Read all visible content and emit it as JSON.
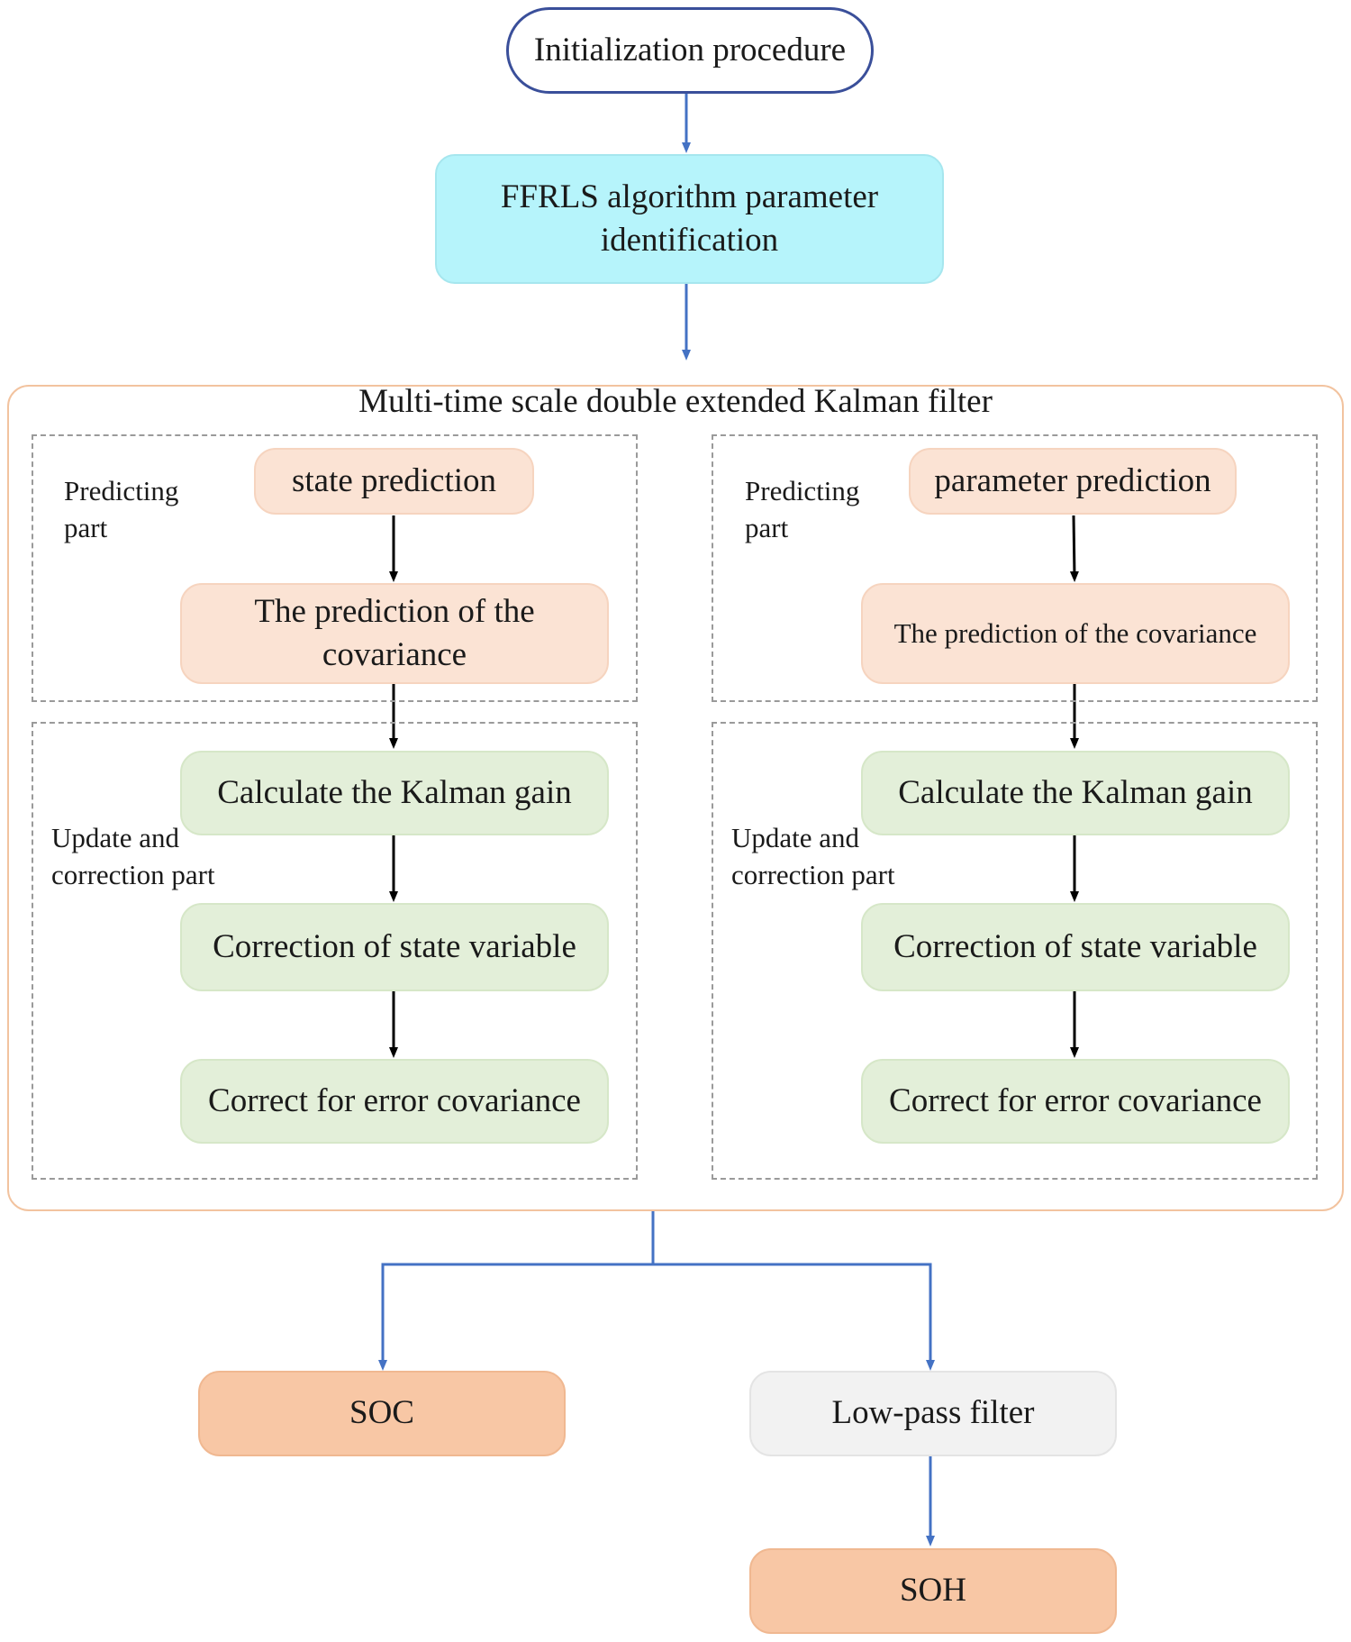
{
  "initialization": "Initialization procedure",
  "ffrls": {
    "line1": "FFRLS algorithm parameter",
    "line2": "identification"
  },
  "filter_title": "Multi-time scale double extended Kalman filter",
  "left_branch": {
    "predicting_label": {
      "line1": "Predicting",
      "line2": "part"
    },
    "state_prediction": "state prediction",
    "covariance_prediction": {
      "line1": "The prediction of the",
      "line2": "covariance"
    },
    "update_label": {
      "line1": "Update and",
      "line2": "correction part"
    },
    "kalman_gain": "Calculate the Kalman gain",
    "state_correction": "Correction of state variable",
    "error_covariance": "Correct for error covariance"
  },
  "right_branch": {
    "predicting_label": {
      "line1": "Predicting",
      "line2": "part"
    },
    "parameter_prediction": "parameter prediction",
    "covariance_prediction": "The prediction of the covariance",
    "update_label": {
      "line1": "Update and",
      "line2": "correction part"
    },
    "kalman_gain": "Calculate the Kalman gain",
    "state_correction": "Correction of state variable",
    "error_covariance": "Correct for error covariance"
  },
  "outputs": {
    "soc": "SOC",
    "low_pass": "Low-pass filter",
    "soh": "SOH"
  },
  "colors": {
    "blue_arrow": "#4472c4",
    "black_arrow": "#000000"
  }
}
